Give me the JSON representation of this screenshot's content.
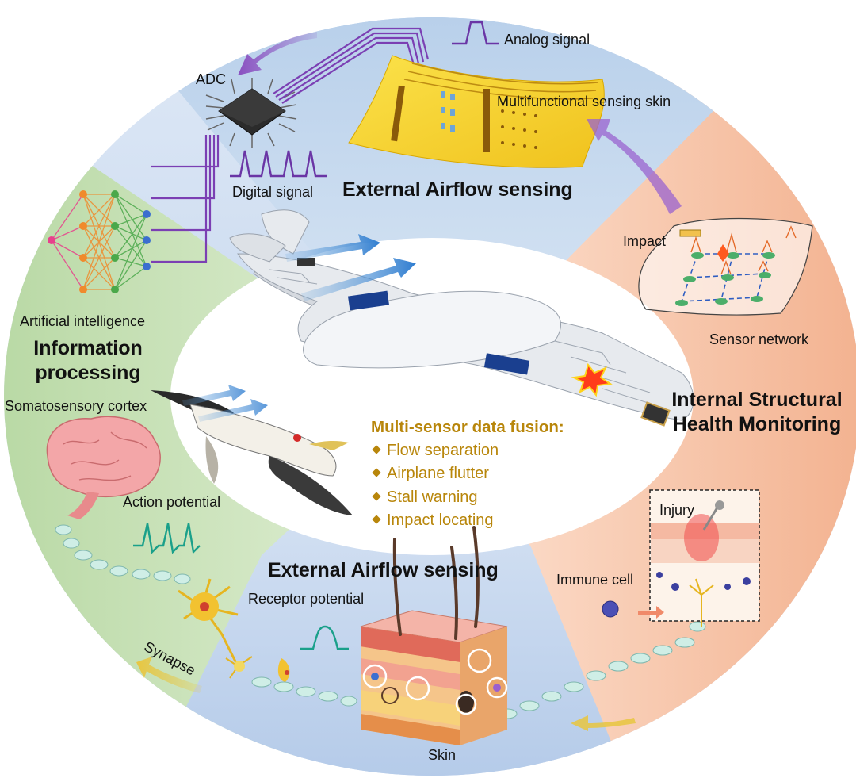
{
  "labels": {
    "adc": "ADC",
    "analog_signal": "Analog signal",
    "sensing_skin": "Multifunctional sensing skin",
    "digital_signal": "Digital signal",
    "external_airflow_top": "External Airflow sensing",
    "impact": "Impact",
    "sensor_network": "Sensor network",
    "artificial_intelligence": "Artificial intelligence",
    "info_processing_line1": "Information",
    "info_processing_line2": "processing",
    "somatosensory_cortex": "Somatosensory cortex",
    "internal_line1": "Internal Structural",
    "internal_line2": "Health Monitoring",
    "action_potential": "Action potential",
    "injury": "Injury",
    "external_airflow_bottom": "External Airflow sensing",
    "immune_cell": "Immune cell",
    "receptor_potential": "Receptor potential",
    "synapse": "Synapse",
    "skin": "Skin"
  },
  "fusion": {
    "title": "Multi-sensor data fusion:",
    "items": [
      "Flow separation",
      "Airplane flutter",
      "Stall warning",
      "Impact locating"
    ]
  },
  "colors": {
    "top_sector": "#c9dcef",
    "left_sector": "#d5e8c6",
    "right_sector": "#f7c9ae",
    "bottom_sector": "#cddcf0",
    "fusion_text": "#b8860b",
    "arrow_purple": "#8a4fc0",
    "arrow_yellow": "#e8c640",
    "skin_yellow": "#f5d528"
  }
}
